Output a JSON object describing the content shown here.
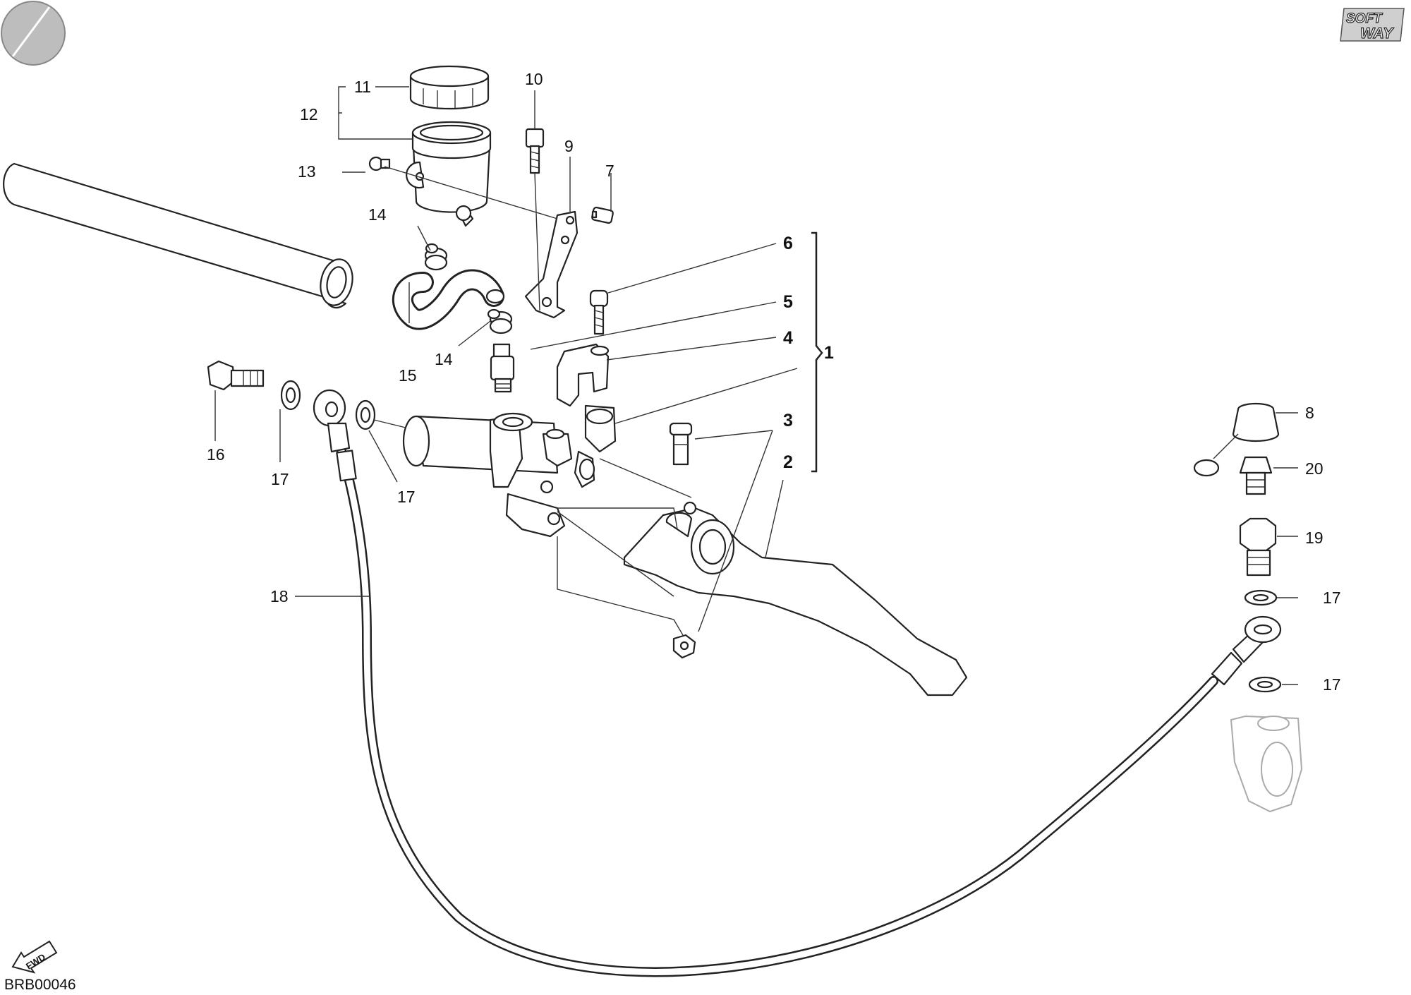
{
  "diagram": {
    "code": "BRB00046",
    "brand_logo": {
      "line1": "SOFT",
      "line2": "WAY"
    },
    "direction_label": "FWD",
    "callouts": [
      {
        "id": "c1",
        "text": "1",
        "bold": true
      },
      {
        "id": "c2",
        "text": "2",
        "bold": true
      },
      {
        "id": "c3",
        "text": "3",
        "bold": true
      },
      {
        "id": "c4",
        "text": "4",
        "bold": true
      },
      {
        "id": "c5",
        "text": "5",
        "bold": true
      },
      {
        "id": "c6",
        "text": "6",
        "bold": true
      },
      {
        "id": "c7",
        "text": "7"
      },
      {
        "id": "c8",
        "text": "8"
      },
      {
        "id": "c9",
        "text": "9"
      },
      {
        "id": "c10",
        "text": "10"
      },
      {
        "id": "c11",
        "text": "11"
      },
      {
        "id": "c12",
        "text": "12"
      },
      {
        "id": "c13",
        "text": "13"
      },
      {
        "id": "c14a",
        "text": "14"
      },
      {
        "id": "c14b",
        "text": "14"
      },
      {
        "id": "c15",
        "text": "15"
      },
      {
        "id": "c16",
        "text": "16"
      },
      {
        "id": "c17a",
        "text": "17"
      },
      {
        "id": "c17b",
        "text": "17"
      },
      {
        "id": "c17c",
        "text": "17"
      },
      {
        "id": "c17d",
        "text": "17"
      },
      {
        "id": "c18",
        "text": "18"
      },
      {
        "id": "c19",
        "text": "19"
      },
      {
        "id": "c20",
        "text": "20"
      }
    ]
  }
}
